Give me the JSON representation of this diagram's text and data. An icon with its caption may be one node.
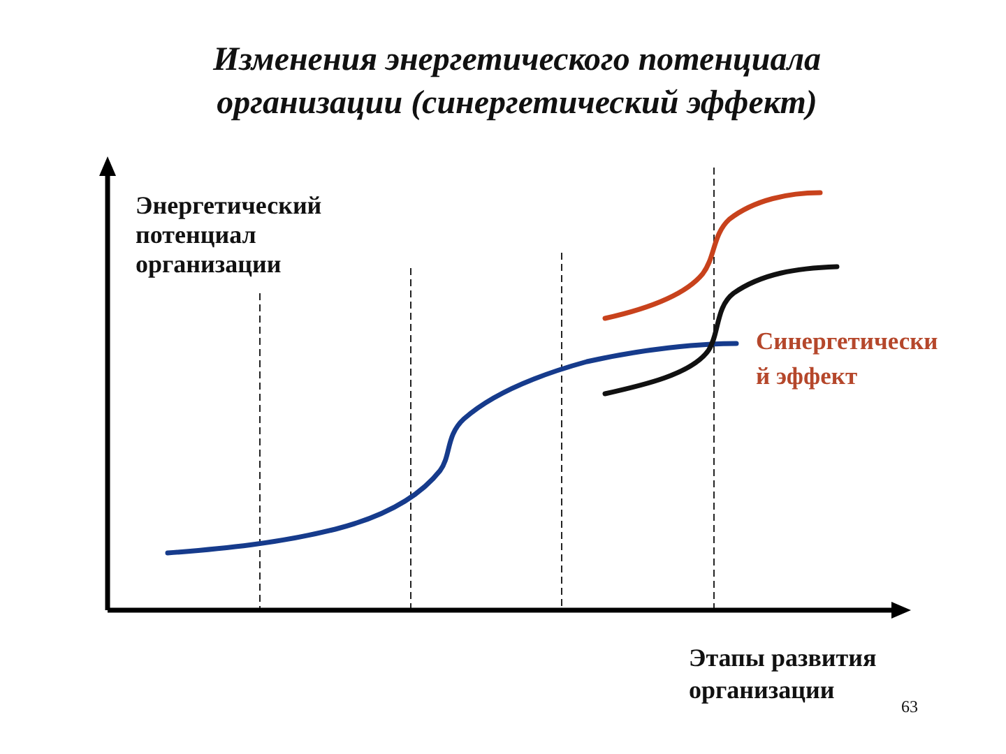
{
  "diagram": {
    "title": "Изменения энергетического потенциала организации (синергетический эффект)",
    "labels": [
      "Энергетический потенциал организации",
      "Синергетически й эффект",
      "Этапы развития организации",
      "63"
    ]
  }
}
